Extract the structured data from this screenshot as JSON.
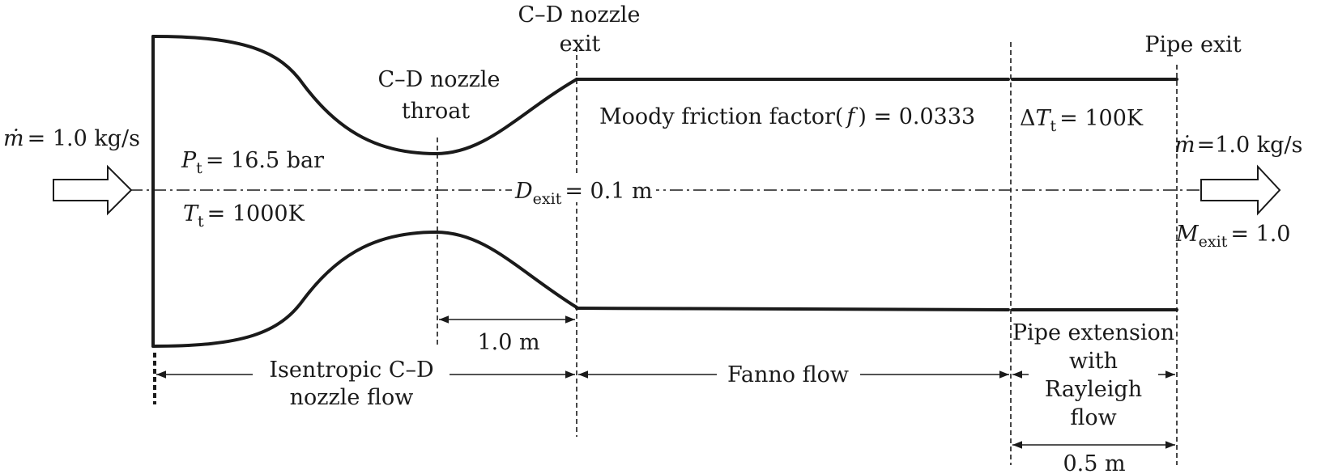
{
  "labels": {
    "mdot_in_sym": "ṁ",
    "mdot_in_rest": "= 1.0 kg/s",
    "pt_sym": "P",
    "pt_sub": "t",
    "pt_rest": "= 16.5 bar",
    "tt_sym": "T",
    "tt_sub": "t",
    "tt_rest": "= 1000K",
    "throat_line1": "C–D nozzle",
    "throat_line2": "throat",
    "exit_line1": "C–D nozzle",
    "exit_line2": "exit",
    "moody_pre": "Moody friction factor(",
    "moody_f": "f",
    "moody_post": ") = 0.0333",
    "dexit_sym": "D",
    "dexit_sub": "exit",
    "dexit_rest": "= 0.1 m",
    "delta_pre": "Δ",
    "delta_sym": "T",
    "delta_sub": "t",
    "delta_rest": "= 100K",
    "pipe_exit": "Pipe exit",
    "mdot_out_sym": "ṁ",
    "mdot_out_rest": "=1.0 kg/s",
    "mexit_sym": "M",
    "mexit_sub": "exit",
    "mexit_rest": "= 1.0",
    "throat_to_exit_dim": "1.0 m",
    "isentropic_line1": "Isentropic C–D",
    "isentropic_line2": "nozzle flow",
    "fanno": "Fanno flow",
    "ext_line1": "Pipe extension",
    "ext_line2": "with",
    "ext_line3": "Rayleigh",
    "ext_line4": "flow",
    "ext_dim": "0.5 m"
  }
}
